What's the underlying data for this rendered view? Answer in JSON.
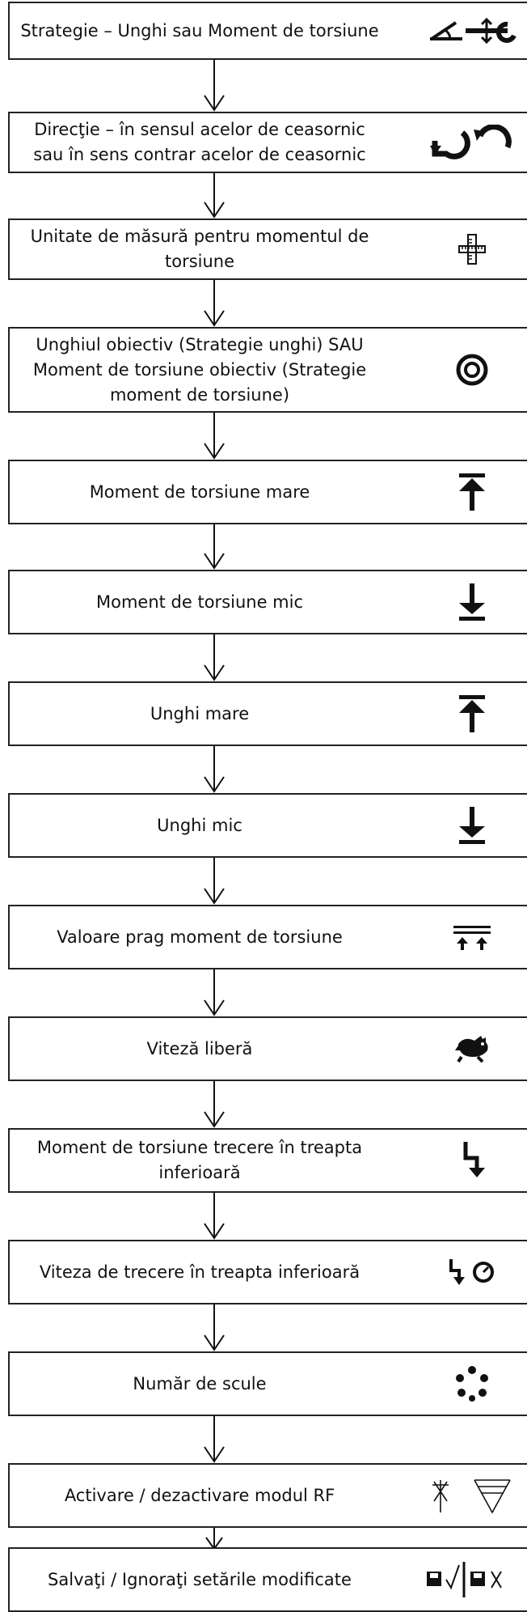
{
  "steps": [
    {
      "label": "Strategie – Unghi sau Moment de torsiune",
      "icon": "angle-torque-strategy-icon"
    },
    {
      "label": "Direcţie – în sensul acelor de ceasornic sau în sens contrar acelor de ceasornic",
      "icon": "rotation-direction-icon"
    },
    {
      "label": "Unitate de măsură pentru momentul de torsiune",
      "icon": "unit-ruler-icon"
    },
    {
      "label": "Unghiul obiectiv (Strategie unghi) SAU Moment de torsiune obiectiv (Strategie moment de torsiune)",
      "icon": "target-icon"
    },
    {
      "label": "Moment de torsiune mare",
      "icon": "high-limit-icon"
    },
    {
      "label": "Moment de torsiune mic",
      "icon": "low-limit-icon"
    },
    {
      "label": "Unghi mare",
      "icon": "high-limit-icon"
    },
    {
      "label": "Unghi mic",
      "icon": "low-limit-icon"
    },
    {
      "label": "Valoare prag moment de torsiune",
      "icon": "threshold-icon"
    },
    {
      "label": "Viteză liberă",
      "icon": "rabbit-icon"
    },
    {
      "label": "Moment de torsiune trecere în treapta inferioară",
      "icon": "downshift-icon"
    },
    {
      "label": "Viteza de trecere în treapta inferioară",
      "icon": "downshift-speed-icon"
    },
    {
      "label": "Număr de scule",
      "icon": "tool-count-dots-icon"
    },
    {
      "label": "Activare / dezactivare modul RF",
      "icon": "rf-module-icon"
    },
    {
      "label": "Salvaţi / Ignoraţi setările modificate",
      "icon": "save-discard-icon"
    }
  ]
}
